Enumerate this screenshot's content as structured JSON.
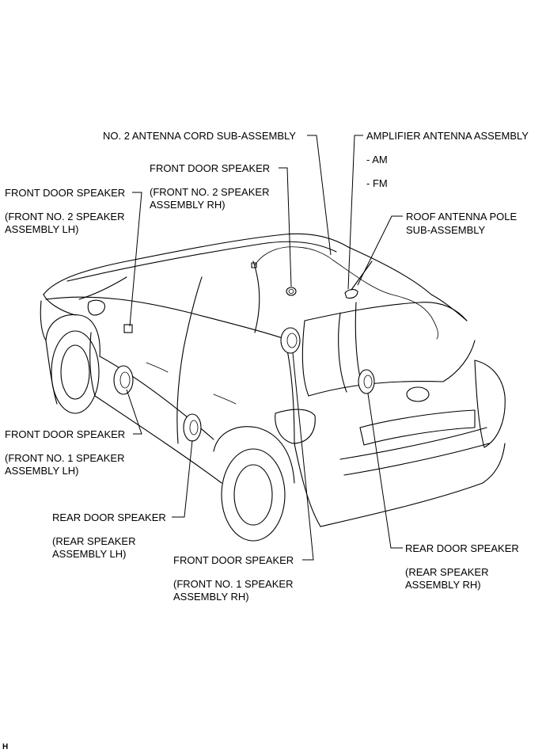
{
  "labels": {
    "antenna_cord": "NO. 2 ANTENNA CORD SUB-ASSEMBLY",
    "amplifier_antenna": "AMPLIFIER ANTENNA ASSEMBLY",
    "am": "- AM",
    "fm": "- FM",
    "roof_pole_1": "ROOF ANTENNA POLE",
    "roof_pole_2": "SUB-ASSEMBLY",
    "front_no2_rh_name": "FRONT DOOR SPEAKER",
    "front_no2_rh_sub1": "(FRONT NO. 2 SPEAKER",
    "front_no2_rh_sub2": "ASSEMBLY RH)",
    "front_no2_lh_name": "FRONT DOOR SPEAKER",
    "front_no2_lh_sub1": "(FRONT NO. 2 SPEAKER",
    "front_no2_lh_sub2": "ASSEMBLY LH)",
    "front_no1_lh_name": "FRONT DOOR SPEAKER",
    "front_no1_lh_sub1": "(FRONT NO. 1 SPEAKER",
    "front_no1_lh_sub2": "ASSEMBLY LH)",
    "rear_lh_name": "REAR DOOR SPEAKER",
    "rear_lh_sub1": "(REAR SPEAKER",
    "rear_lh_sub2": "ASSEMBLY LH)",
    "front_no1_rh_name": "FRONT DOOR SPEAKER",
    "front_no1_rh_sub1": "(FRONT NO. 1 SPEAKER",
    "front_no1_rh_sub2": "ASSEMBLY RH)",
    "rear_rh_name": "REAR DOOR SPEAKER",
    "rear_rh_sub1": "(REAR SPEAKER",
    "rear_rh_sub2": "ASSEMBLY RH)"
  },
  "corner_mark": "H"
}
